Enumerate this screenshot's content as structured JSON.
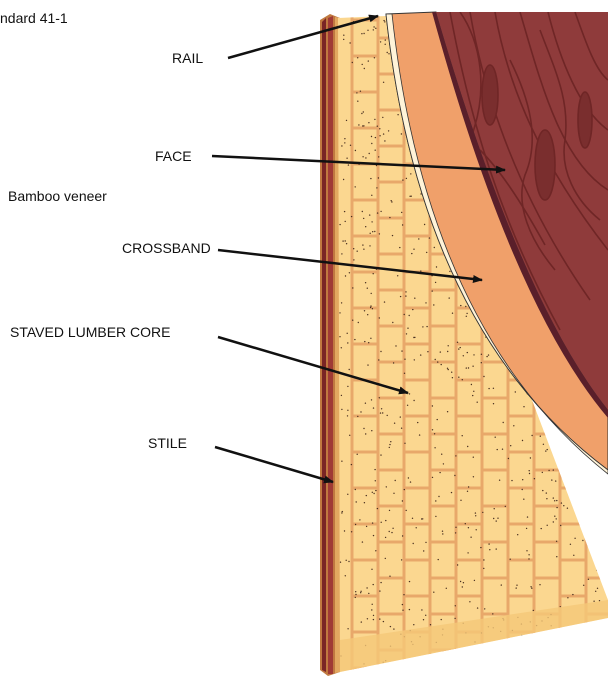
{
  "header_text": "ndard 41-1",
  "caption": "Bamboo veneer",
  "labels": {
    "rail": "RAIL",
    "face": "FACE",
    "crossband": "CROSSBAND",
    "core": "STAVED LUMBER CORE",
    "stile": "STILE"
  },
  "colors": {
    "face_wood": "#8f3b3b",
    "face_grain": "#6f2626",
    "crossband": "#f0a06a",
    "core": "#fbd790",
    "core_seam": "#e8a86a",
    "stile": "#8a3030",
    "arrow": "#111111"
  }
}
